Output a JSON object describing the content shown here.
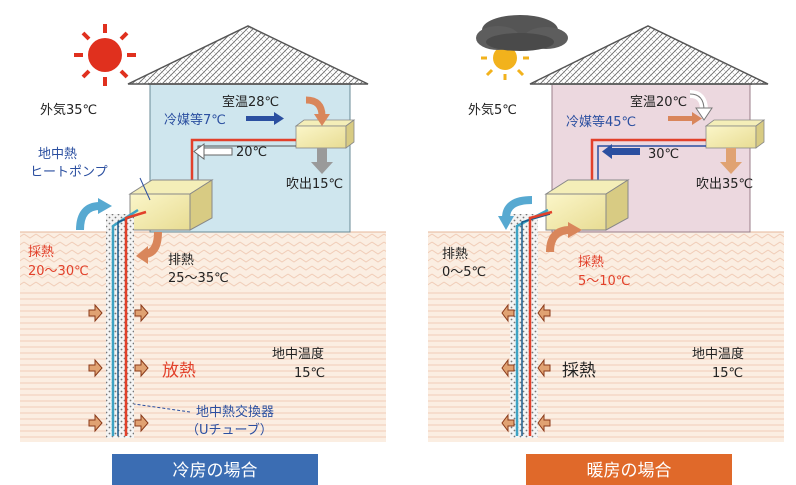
{
  "cooling": {
    "outside_air": "外気35℃",
    "room_temp": "室温28℃",
    "refrigerant": "冷媒等7℃",
    "return_temp": "20℃",
    "outlet": "吹出15℃",
    "heat_pump_line1": "地中熱",
    "heat_pump_line2": "ヒートポンプ",
    "collect_heat_label": "採熱",
    "collect_heat_range": "20～30℃",
    "exhaust_heat_label": "排熱",
    "exhaust_heat_range": "25～35℃",
    "radiate": "放熱",
    "ground_temp_label": "地中温度",
    "ground_temp_value": "15℃",
    "exchanger_line1": "地中熱交換器",
    "exchanger_line2": "（Uチューブ）",
    "caption": "冷房の場合",
    "caption_color": "#3b6db3",
    "wall_color": "#cfe6ee"
  },
  "heating": {
    "outside_air": "外気5℃",
    "room_temp": "室温20℃",
    "refrigerant": "冷媒等45℃",
    "return_temp": "30℃",
    "outlet": "吹出35℃",
    "exhaust_heat_label": "排熱",
    "exhaust_heat_range": "0～5℃",
    "collect_heat_label": "採熱",
    "collect_heat_range": "5～10℃",
    "collect": "採熱",
    "ground_temp_label": "地中温度",
    "ground_temp_value": "15℃",
    "caption": "暖房の場合",
    "caption_color": "#e0692a",
    "wall_color": "#ecd8df"
  },
  "icons": {
    "weather_cooling": "sun-icon",
    "weather_heating": "cloud-sun-icon"
  }
}
